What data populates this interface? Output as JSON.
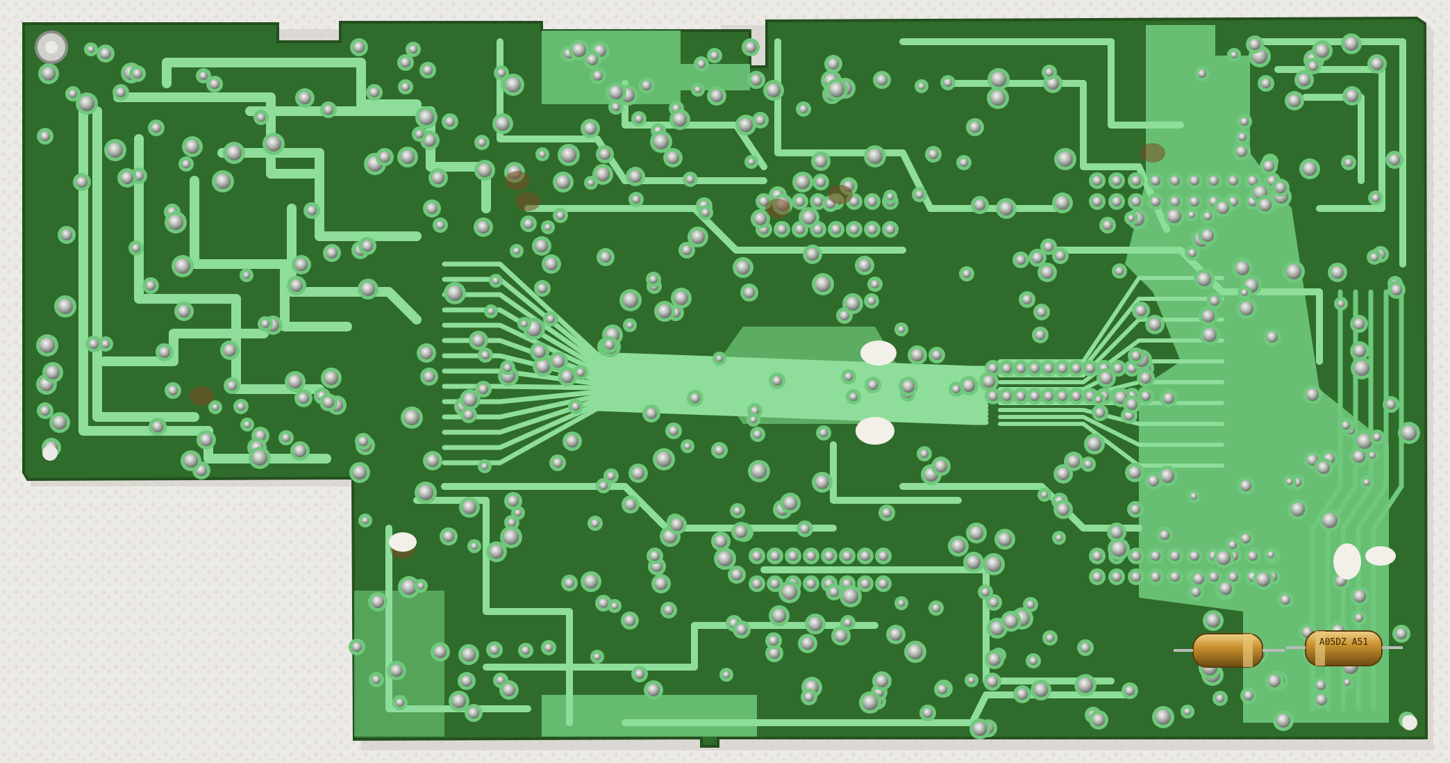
{
  "photo": {
    "subject": "printed-circuit-board-solder-side",
    "background": "white-towel",
    "colors": {
      "cloth": "#eceae6",
      "cloth_shadow": "#d9d6d2",
      "board_dark": "#2f6b2a",
      "board_edge": "#244f1f",
      "trace_light": "#8fdd9a",
      "trace_mid": "#6fc97c",
      "solder": "#b9bdb8",
      "solder_dark": "#6e716d",
      "flux": "#7a4a22",
      "capacitor_body": "#c9922e",
      "capacitor_band": "#e7c77a"
    },
    "components": {
      "capacitor_1_marking": "",
      "capacitor_2_marking": "A05DZ  A51"
    }
  }
}
